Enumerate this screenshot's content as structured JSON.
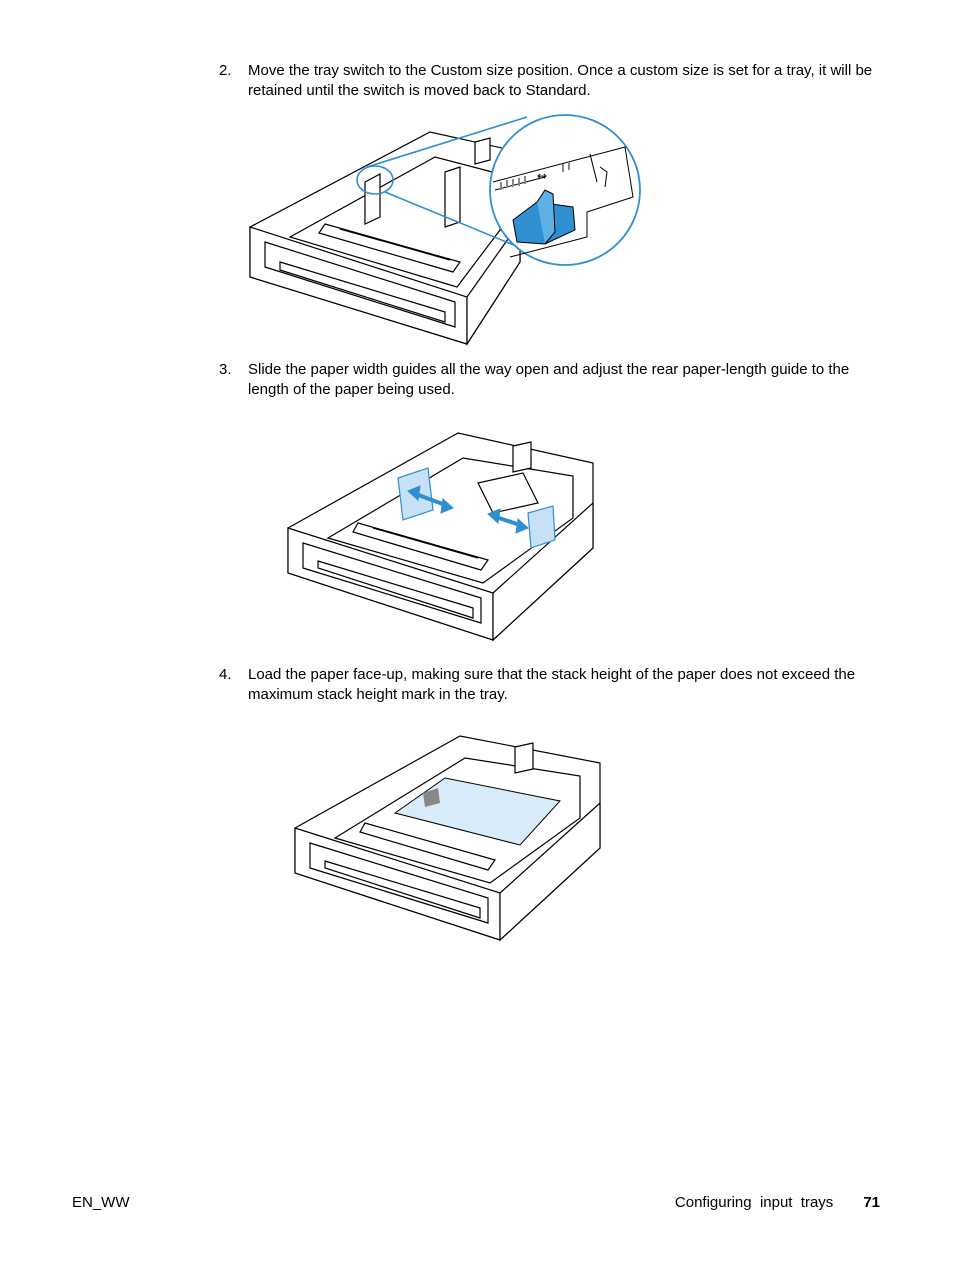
{
  "steps": [
    {
      "number": "2.",
      "text": "Move the tray switch to the Custom size position. Once a custom size is set for a tray, it will be retained until the switch is moved back to Standard."
    },
    {
      "number": "3.",
      "text": "Slide the paper width guides all the way open and adjust the rear paper-length guide to the length of the paper being used."
    },
    {
      "number": "4.",
      "text": "Load the paper face-up, making sure that the stack height of the paper does not exceed the maximum stack height mark in the tray."
    }
  ],
  "figures": {
    "switch_arrow_symbol": "↔"
  },
  "colors": {
    "accent_blue": "#2f8fd0",
    "paper_blue": "#d8ebf8",
    "line": "#000000"
  },
  "footer": {
    "left": "EN_WW",
    "section": "Configuring  input  trays",
    "page": "71"
  }
}
